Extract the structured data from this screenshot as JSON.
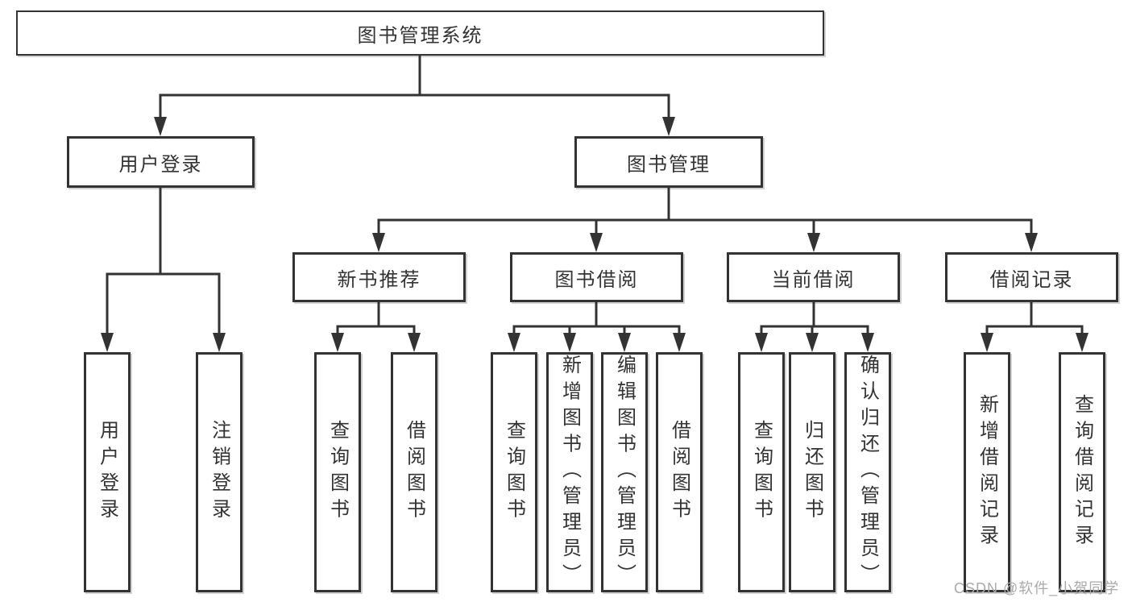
{
  "diagram": {
    "tree": {
      "root": {
        "label": "图书管理系统"
      },
      "children": [
        {
          "label": "用户登录",
          "children": [
            {
              "label": "用户登录"
            },
            {
              "label": "注销登录"
            }
          ]
        },
        {
          "label": "图书管理",
          "children": [
            {
              "label": "新书推荐",
              "children": [
                {
                  "label": "查询图书"
                },
                {
                  "label": "借阅图书"
                }
              ]
            },
            {
              "label": "图书借阅",
              "children": [
                {
                  "label": "查询图书"
                },
                {
                  "label": "新增图书（管理员）"
                },
                {
                  "label": "编辑图书（管理员）"
                },
                {
                  "label": "借阅图书"
                }
              ]
            },
            {
              "label": "当前借阅",
              "children": [
                {
                  "label": "查询图书"
                },
                {
                  "label": "归还图书"
                },
                {
                  "label": "确认归还（管理员）"
                }
              ]
            },
            {
              "label": "借阅记录",
              "children": [
                {
                  "label": "新增借阅记录"
                },
                {
                  "label": "查询借阅记录"
                }
              ]
            }
          ]
        }
      ]
    },
    "colors": {
      "line": "#333333",
      "box_border": "#333333",
      "text": "#333333",
      "background": "#ffffff",
      "watermark": "#aaaaaa"
    },
    "watermark": {
      "text": "CSDN @软件_小贺同学"
    }
  }
}
